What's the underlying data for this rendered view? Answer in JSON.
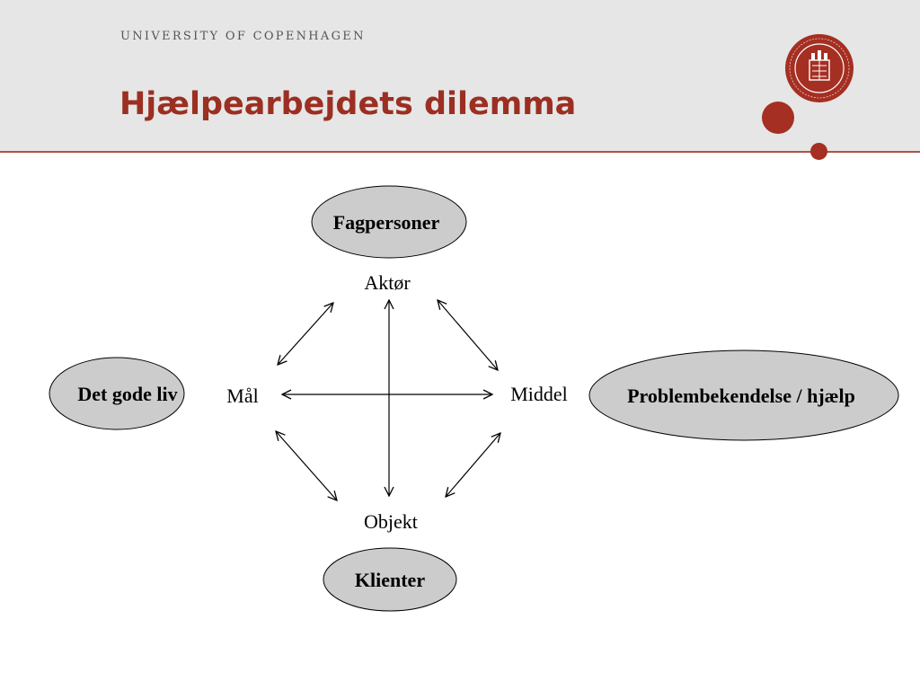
{
  "header": {
    "university": "UNIVERSITY OF COPENHAGEN",
    "title": "Hjælpearbejdets dilemma"
  },
  "diagram": {
    "nodes": {
      "top": "Fagpersoner",
      "left": "Det gode liv",
      "right": "Problembekendelse / hjælp",
      "bottom": "Klienter"
    },
    "labels": {
      "top": "Aktør",
      "left": "Mål",
      "right": "Middel",
      "bottom": "Objekt"
    }
  },
  "colors": {
    "accent": "#9b2f22",
    "header_band": "#e6e6e6",
    "ellipse_fill": "#cccccc"
  },
  "icons": {
    "logo": "university-seal-icon"
  }
}
